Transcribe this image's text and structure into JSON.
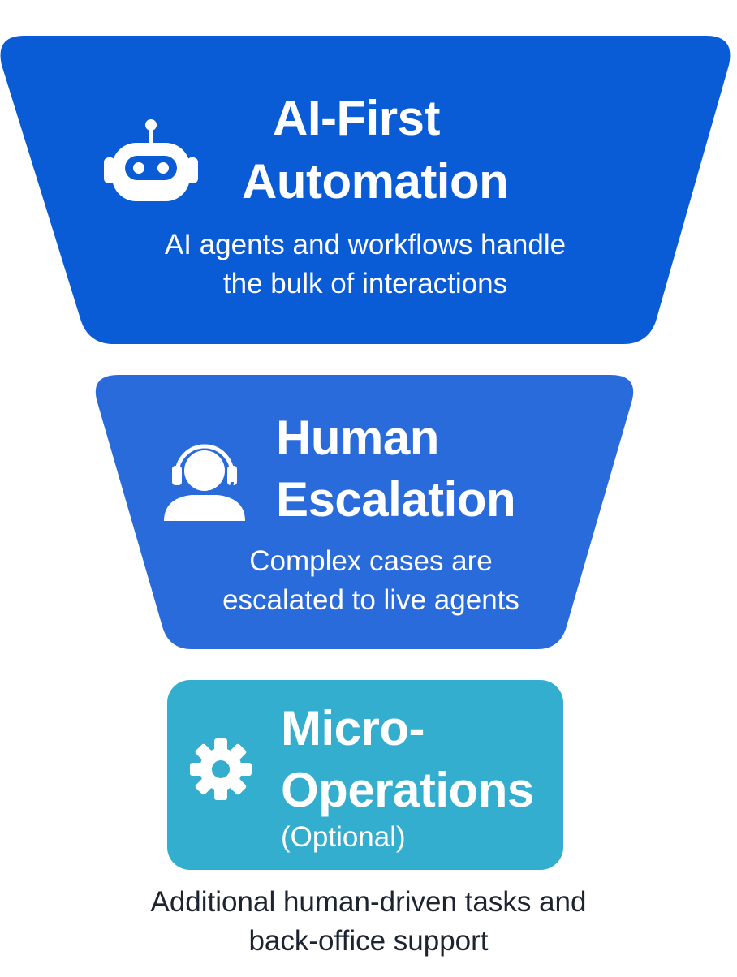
{
  "colors": {
    "tier1": "#0a5bd6",
    "tier2": "#2a6bdc",
    "tier3": "#34aecf",
    "text_light": "#ffffff",
    "text_dark": "#1c2430"
  },
  "tiers": [
    {
      "icon": "robot-icon",
      "title_line1": "AI-First",
      "title_line2": "Automation",
      "desc_line1": "AI agents and workflows handle",
      "desc_line2": "the bulk of interactions"
    },
    {
      "icon": "headset-agent-icon",
      "title_line1": "Human",
      "title_line2": "Escalation",
      "desc_line1": "Complex cases are",
      "desc_line2": "escalated to live agents"
    },
    {
      "icon": "gear-icon",
      "title_line1": "Micro-",
      "title_line2": "Operations",
      "subtitle": "(Optional)"
    }
  ],
  "footer": {
    "line1": "Additional human-driven tasks and",
    "line2": "back-office support"
  }
}
